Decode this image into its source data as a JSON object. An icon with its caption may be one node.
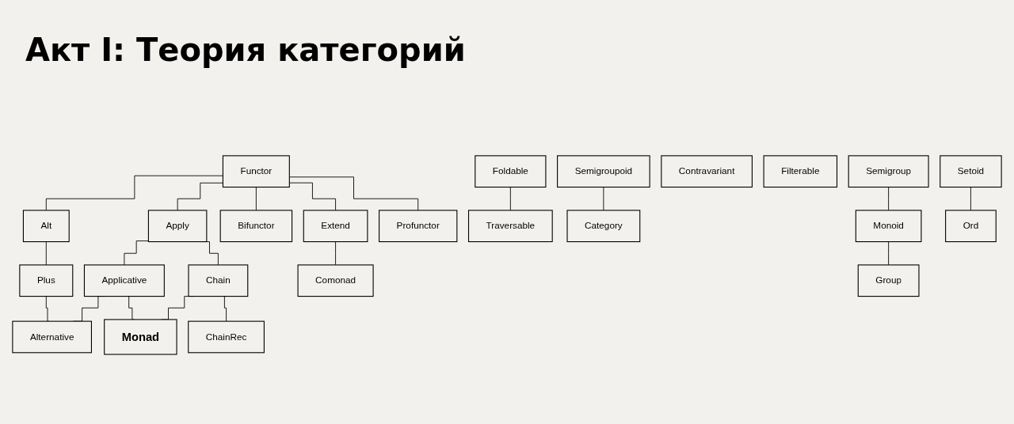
{
  "diagram": {
    "title": "Акт I: Теория категорий",
    "nodes": [
      {
        "text": [
          "Functor"
        ]
      },
      {
        "text": [
          "Foldable"
        ]
      },
      {
        "text": [
          "Semigroupoid"
        ]
      },
      {
        "text": [
          "Contravariant"
        ]
      },
      {
        "text": [
          "Filterable"
        ]
      },
      {
        "text": [
          "Semigroup"
        ]
      },
      {
        "text": [
          "Setoid"
        ]
      },
      {
        "text": [
          "Alt"
        ]
      },
      {
        "text": [
          "Apply"
        ]
      },
      {
        "text": [
          "Bifunctor"
        ]
      },
      {
        "text": [
          "Extend"
        ]
      },
      {
        "text": [
          "Profunctor"
        ]
      },
      {
        "text": [
          "Traversable"
        ]
      },
      {
        "text": [
          "Category"
        ]
      },
      {
        "text": [
          "Monoid"
        ]
      },
      {
        "text": [
          "Ord"
        ]
      },
      {
        "text": [
          "Plus"
        ]
      },
      {
        "text": [
          "Applicative"
        ]
      },
      {
        "text": [
          "Chain"
        ]
      },
      {
        "text": [
          "Comonad"
        ]
      },
      {
        "text": [
          "Group"
        ]
      },
      {
        "text": [
          "Monad"
        ]
      },
      {
        "text": [
          "Alternative"
        ]
      },
      {
        "text": [
          "ChainRec"
        ]
      }
    ],
    "edges": [
      {
        "from": 0,
        "to": 7,
        "arrow": "none"
      },
      {
        "from": 0,
        "to": 8,
        "arrow": "none"
      },
      {
        "from": 0,
        "to": 9,
        "arrow": "none"
      },
      {
        "from": 0,
        "to": 10,
        "arrow": "none"
      },
      {
        "from": 0,
        "to": 11,
        "arrow": "none"
      },
      {
        "from": 1,
        "to": 12,
        "arrow": "none"
      },
      {
        "from": 2,
        "to": 13,
        "arrow": "none"
      },
      {
        "from": 5,
        "to": 14,
        "arrow": "none"
      },
      {
        "from": 6,
        "to": 15,
        "arrow": "none"
      },
      {
        "from": 7,
        "to": 16,
        "arrow": "none"
      },
      {
        "from": 8,
        "to": 17,
        "arrow": "none"
      },
      {
        "from": 8,
        "to": 18,
        "arrow": "none"
      },
      {
        "from": 10,
        "to": 19,
        "arrow": "none"
      },
      {
        "from": 14,
        "to": 20,
        "arrow": "none"
      },
      {
        "from": 16,
        "to": 22,
        "arrow": "none"
      },
      {
        "from": 17,
        "to": 22,
        "arrow": "none"
      },
      {
        "from": 17,
        "to": 21,
        "arrow": "none"
      },
      {
        "from": 18,
        "to": 21,
        "arrow": "none"
      },
      {
        "from": 18,
        "to": 23,
        "arrow": "none"
      }
    ]
  }
}
